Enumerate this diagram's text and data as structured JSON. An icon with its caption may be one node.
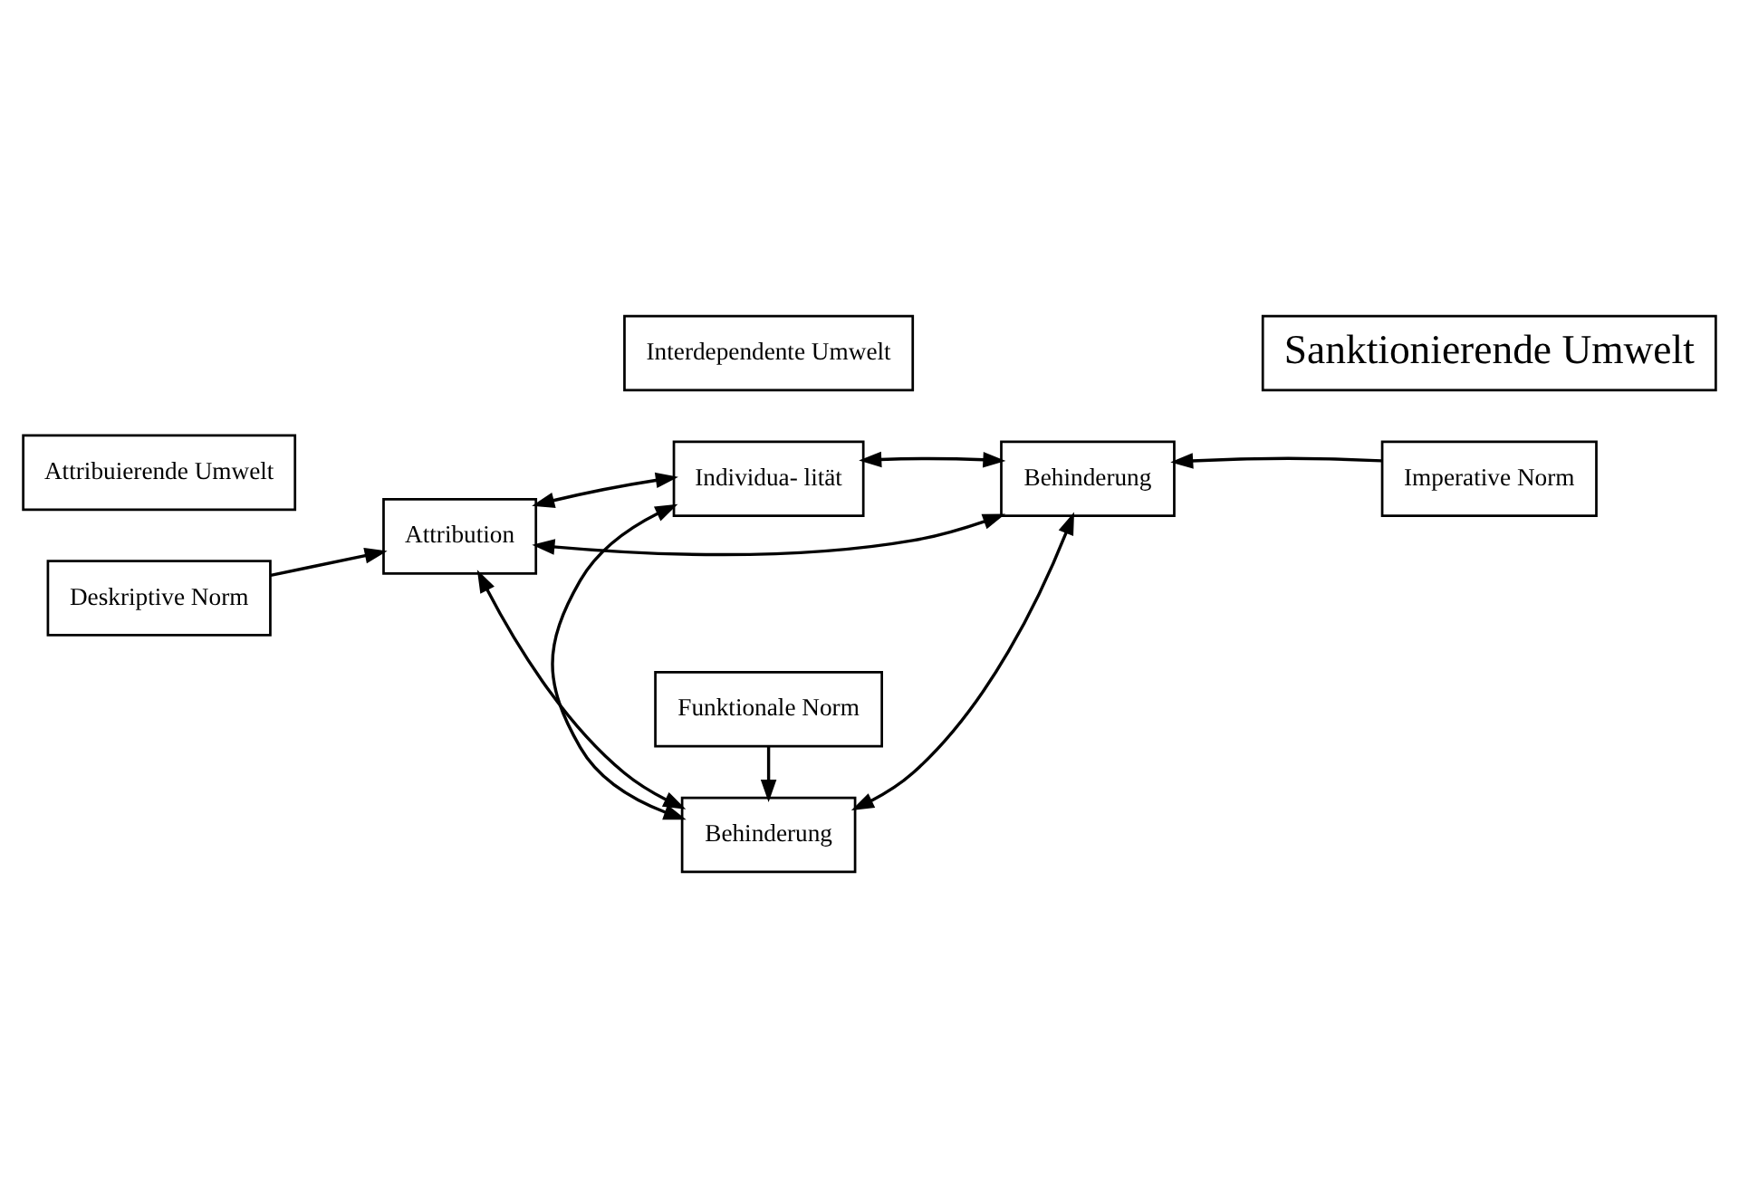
{
  "diagram": {
    "nodes": [
      {
        "text": [
          "Attribuierende Umwelt"
        ]
      },
      {
        "text": [
          "Deskriptive Norm"
        ]
      },
      {
        "text": [
          "Attribution"
        ]
      },
      {
        "text": [
          "Individua- lität"
        ]
      },
      {
        "text": [
          "Behinderung"
        ]
      },
      {
        "text": [
          "Imperative Norm"
        ]
      },
      {
        "text": [
          "Sanktionierende Umwelt"
        ]
      },
      {
        "text": [
          "Behinderung"
        ]
      },
      {
        "text": [
          "Funktionale Norm"
        ]
      },
      {
        "text": [
          "Interdependente Umwelt"
        ]
      }
    ],
    "edges": [
      {
        "from": 2,
        "to": 4,
        "arrow": "both"
      },
      {
        "from": 1,
        "to": 2,
        "arrow": "to"
      },
      {
        "from": 2,
        "to": 3,
        "arrow": "both"
      },
      {
        "from": 3,
        "to": 4,
        "arrow": "both"
      },
      {
        "from": 5,
        "to": 4,
        "arrow": "to"
      },
      {
        "from": 3,
        "to": 7,
        "arrow": "both"
      },
      {
        "from": 2,
        "to": 7,
        "arrow": "both"
      },
      {
        "from": 4,
        "to": 7,
        "arrow": "both"
      },
      {
        "from": 8,
        "to": 7,
        "arrow": "to"
      }
    ]
  }
}
